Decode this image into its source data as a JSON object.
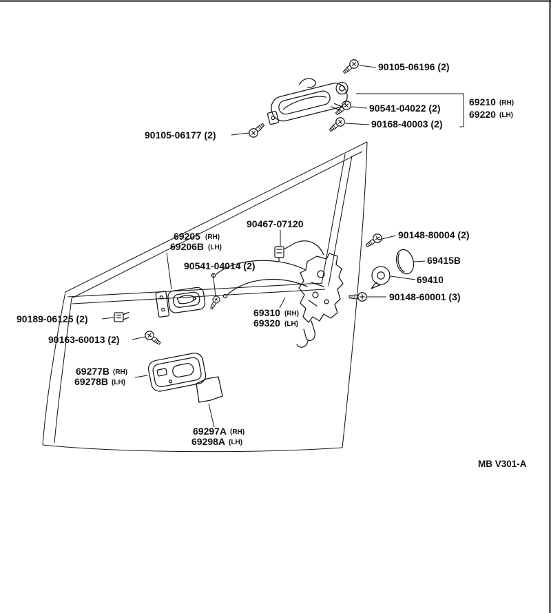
{
  "diagram": {
    "drawing_code": "MB V301-A",
    "ink_color": "#161616",
    "callouts": {
      "c90105_06196": "90105-06196 (2)",
      "c69210": "69210",
      "c69210_side": "(RH)",
      "c69220": "69220",
      "c69220_side": "(LH)",
      "c90541_04022": "90541-04022 (2)",
      "c90168_40003": "90168-40003 (2)",
      "c90105_06177": "90105-06177 (2)",
      "c90467_07120": "90467-07120",
      "c69205": "69205",
      "c69205_side": "(RH)",
      "c69206B": "69206B",
      "c69206B_side": "(LH)",
      "c90541_04014": "90541-04014 (2)",
      "c90148_80004": "90148-80004 (2)",
      "c69415B": "69415B",
      "c69410": "69410",
      "c90148_60001": "90148-60001 (3)",
      "c90189_06125": "90189-06125 (2)",
      "c69310": "69310",
      "c69310_side": "(RH)",
      "c69320": "69320",
      "c69320_side": "(LH)",
      "c90163_60013": "90163-60013 (2)",
      "c69277B": "69277B",
      "c69277B_side": "(RH)",
      "c69278B": "69278B",
      "c69278B_side": "(LH)",
      "c69297A": "69297A",
      "c69297A_side": "(RH)",
      "c69298A": "69298A",
      "c69298A_side": "(LH)"
    }
  }
}
